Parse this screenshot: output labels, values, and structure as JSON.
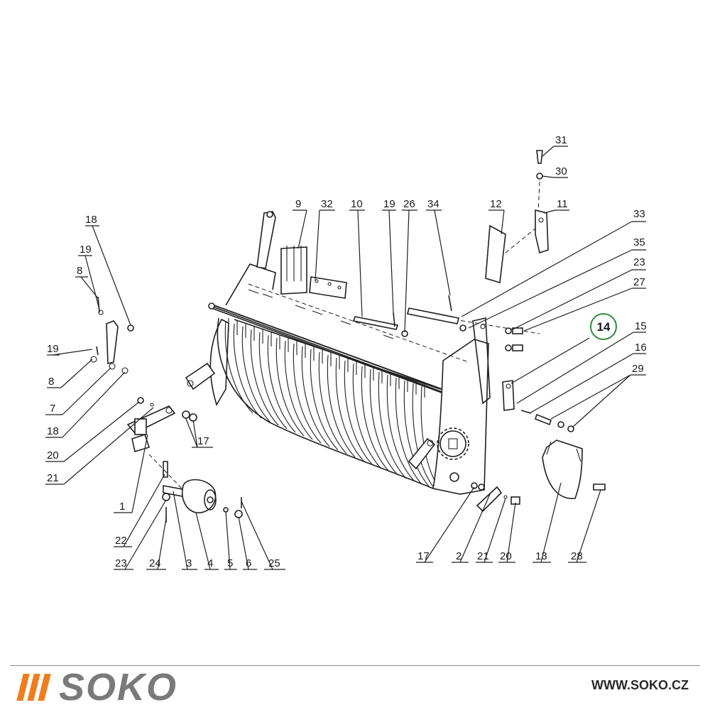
{
  "diagram": {
    "callouts": [
      "31",
      "30",
      "12",
      "11",
      "9",
      "32",
      "10",
      "19",
      "26",
      "34",
      "33",
      "35",
      "23",
      "27",
      "15",
      "16",
      "29",
      "14",
      "18",
      "19",
      "8",
      "19",
      "8",
      "7",
      "18",
      "20",
      "21",
      "17",
      "1",
      "22",
      "23",
      "24",
      "3",
      "4",
      "5",
      "6",
      "25",
      "17",
      "2",
      "21",
      "20",
      "13",
      "28"
    ],
    "highlight_callout": "14",
    "highlight_color": "#2e8b3e"
  },
  "footer": {
    "brand_name": "SOKO",
    "brand_color": "#f07d1c",
    "url": "WWW.SOKO.CZ"
  }
}
